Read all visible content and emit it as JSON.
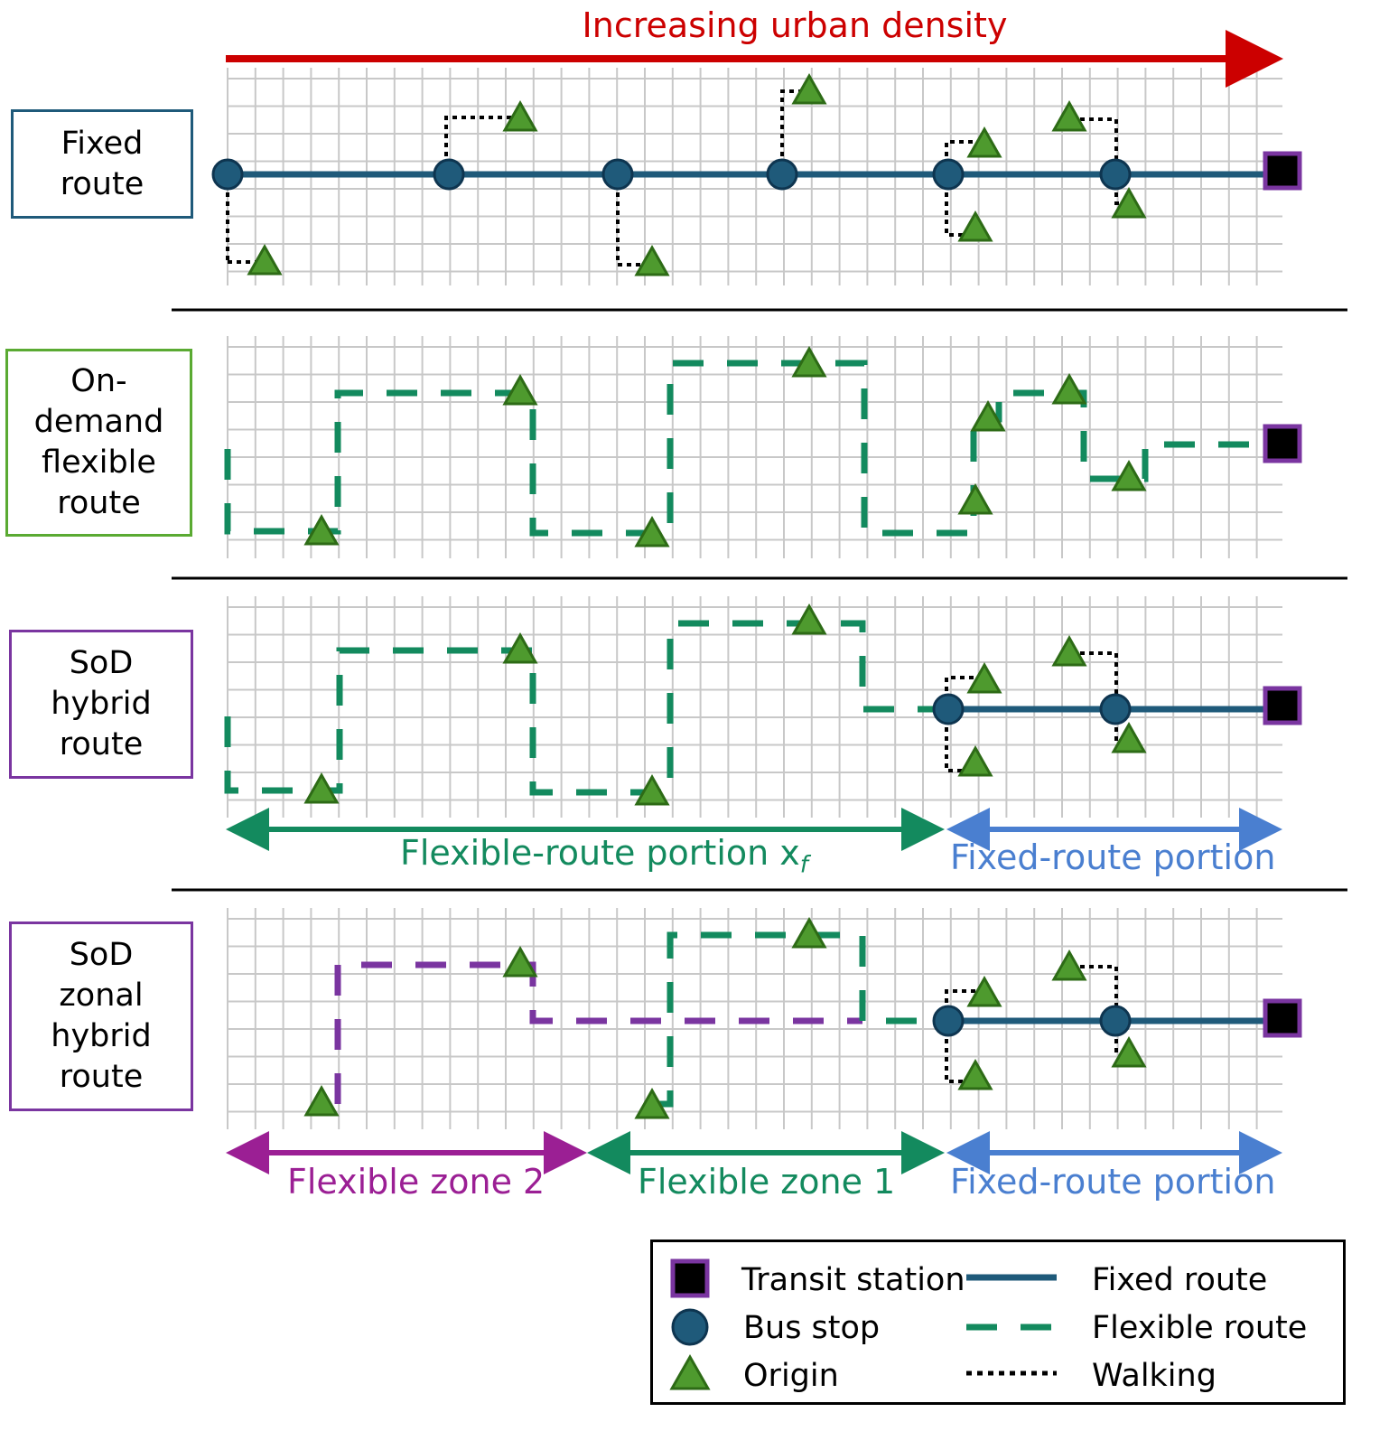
{
  "title": "Increasing urban density",
  "panels": [
    {
      "id": "fixed",
      "label": "Fixed\nroute",
      "border_color": "#1f5a7a"
    },
    {
      "id": "ondemand",
      "label": "On-\ndemand\nflexible\nroute",
      "border_color": "#5aaa32"
    },
    {
      "id": "hybrid",
      "label": "SoD\nhybrid\nroute",
      "border_color": "#7a35a0"
    },
    {
      "id": "zonal",
      "label": "SoD\nzonal\nhybrid\nroute",
      "border_color": "#7a35a0"
    }
  ],
  "hybrid_portions": {
    "flexible": "Flexible-route portion x",
    "flexible_subscript": "f",
    "fixed": "Fixed-route portion"
  },
  "zonal_portions": {
    "zone2": "Flexible zone 2",
    "zone1": "Flexible zone 1",
    "fixed": "Fixed-route portion"
  },
  "legend": {
    "station": "Transit station",
    "stop": "Bus stop",
    "origin": "Origin",
    "fixed_route": "Fixed route",
    "flexible_route": "Flexible route",
    "walking": "Walking"
  },
  "colors": {
    "title_arrow": "#cc0000",
    "fixed_route": "#1f5a7a",
    "flexible_route": "#138a5e",
    "zone2_route": "#7a35a0",
    "zone2_arrow": "#9b1f94",
    "fixed_portion": "#4a7fd0",
    "origin_fill": "#4e9a2e",
    "origin_stroke": "#2d6b16",
    "station_fill": "#000000",
    "station_border": "#7a35a0",
    "walking": "#000000",
    "grid": "#c8c8c8"
  }
}
